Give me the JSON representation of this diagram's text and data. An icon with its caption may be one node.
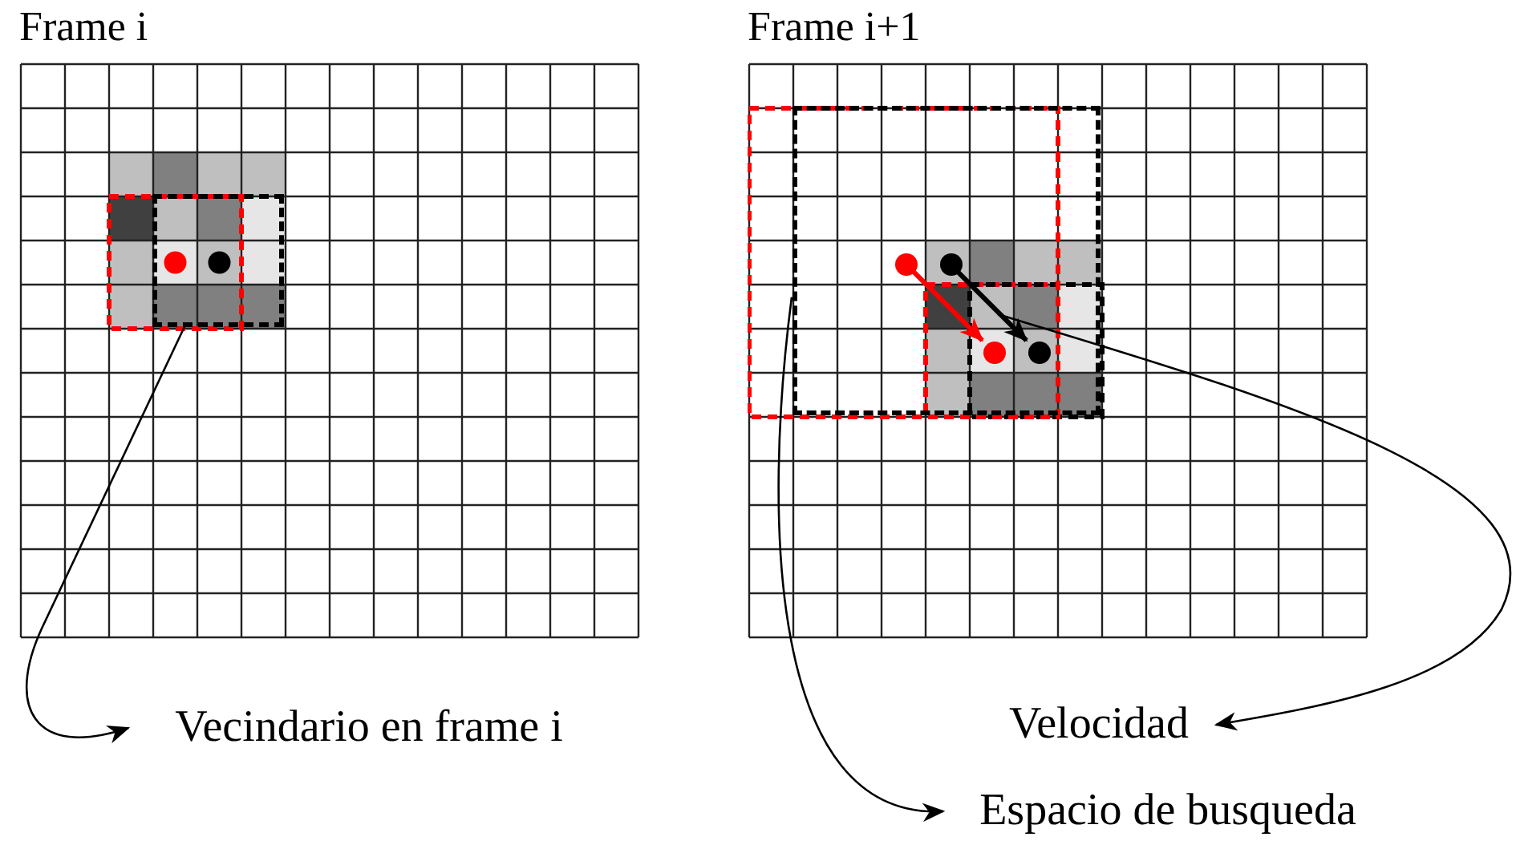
{
  "diagram": {
    "nodes": [
      {
        "text": [
          "Frame i"
        ]
      },
      {
        "text": [
          "Frame i+1"
        ]
      },
      {
        "text": [],
        "shape": "box",
        "in": 0
      },
      {
        "text": [],
        "shape": "box",
        "in": 1
      },
      {
        "text": [],
        "shape": "circle",
        "in": 3
      },
      {
        "text": [],
        "shape": "circle",
        "in": 3
      },
      {
        "text": [],
        "shape": "circle",
        "in": 3
      },
      {
        "text": [],
        "shape": "circle",
        "in": 3
      },
      {
        "text": [
          "Vecindario en frame i"
        ]
      },
      {
        "text": [
          "Velocidad"
        ]
      },
      {
        "text": [
          "Espacio de busqueda"
        ]
      }
    ],
    "edges": [
      {
        "from": 2,
        "to": 8,
        "arrow": "to"
      },
      {
        "from": 4,
        "to": 5,
        "arrow": "to",
        "style": "thick",
        "color": "#ff0000"
      },
      {
        "from": 6,
        "to": 7,
        "arrow": "to",
        "style": "thick"
      },
      {
        "from": null,
        "to": 9,
        "arrow": "to"
      },
      {
        "from": 3,
        "to": 10,
        "arrow": "to"
      }
    ]
  }
}
